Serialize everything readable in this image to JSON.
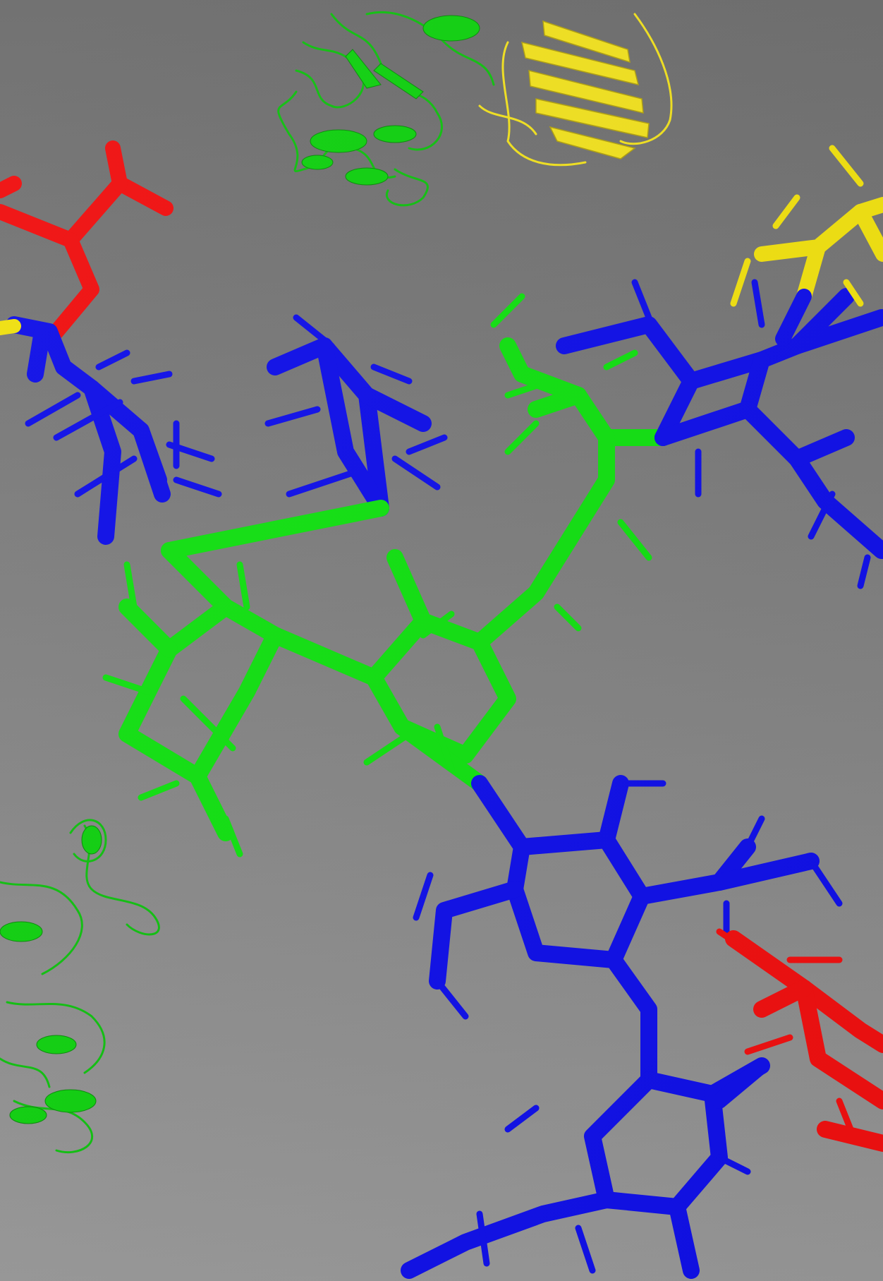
{
  "scene": {
    "description_hidden": "",
    "colors": {
      "background_top": "#6d6d6d",
      "background_bottom": "#989898",
      "carbon_green": "#12e012",
      "nitrogen_blue": "#1010e8",
      "oxygen_red": "#f01010",
      "sulfur_yellow": "#f0e010",
      "ribbon_green": "#10d010",
      "ribbon_yellow": "#f0e020"
    },
    "objects": [
      {
        "name": "protein-cartoon-top",
        "kind": "cartoon",
        "colors": [
          "ribbon_green",
          "ribbon_yellow"
        ]
      },
      {
        "name": "protein-cartoon-left",
        "kind": "cartoon",
        "colors": [
          "ribbon_green"
        ]
      },
      {
        "name": "ligand-sticks",
        "kind": "sticks",
        "colors": [
          "carbon_green",
          "nitrogen_blue",
          "oxygen_red",
          "sulfur_yellow"
        ]
      }
    ]
  }
}
